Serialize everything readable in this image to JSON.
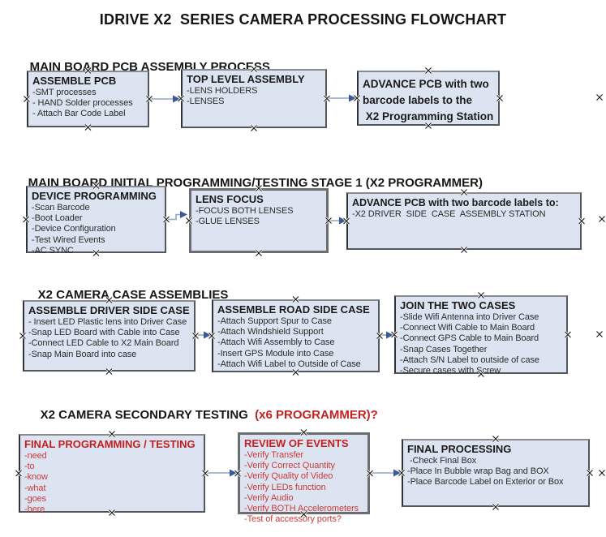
{
  "page": {
    "title": "IDRIVE X2  SERIES CAMERA PROCESSING FLOWCHART",
    "background_color": "#ffffff"
  },
  "colors": {
    "box_fill": "#dce4f1",
    "box_border": "#53565a",
    "box_border_thick": "#6b6d70",
    "arrow_line": "#90a6c6",
    "arrow_head": "#3a5a94",
    "red_text": "#c41f1f",
    "red_item_text": "#cb3b3b",
    "black_text": "#1a1a1a",
    "connection_mark": "#141414"
  },
  "sections": [
    {
      "heading": "MAIN BOARD PCB ASSEMBLY PROCESS",
      "boxes": [
        {
          "id": "assemble-pcb",
          "title": "ASSEMBLE PCB",
          "text_color": "black",
          "items": [
            "-SMT processes",
            "- HAND Solder processes",
            "- Attach Bar Code Label"
          ]
        },
        {
          "id": "top-level-assembly",
          "title": "TOP LEVEL ASSEMBLY",
          "text_color": "black",
          "items": [
            "-LENS HOLDERS",
            "-LENSES"
          ]
        },
        {
          "id": "advance-pcb-programming-station",
          "text_color": "black",
          "title_lines": [
            "ADVANCE PCB with two",
            "barcode labels to the",
            " X2 Programming Station"
          ],
          "items": []
        }
      ]
    },
    {
      "heading": "MAIN BOARD INITIAL PROGRAMMING/TESTING STAGE 1 (X2 PROGRAMMER)",
      "boxes": [
        {
          "id": "device-programming",
          "title": "DEVICE PROGRAMMING",
          "text_color": "black",
          "items": [
            "-Scan Barcode",
            "-Boot Loader",
            "-Device Configuration",
            "-Test Wired Events",
            "-AC SYNC"
          ]
        },
        {
          "id": "lens-focus",
          "title": "LENS FOCUS",
          "text_color": "black",
          "items": [
            "-FOCUS BOTH LENSES",
            "-GLUE LENSES"
          ]
        },
        {
          "id": "advance-pcb-case-assembly-station",
          "title": "ADVANCE PCB with two barcode labels to:",
          "text_color": "black",
          "items": [
            "-X2 DRIVER  SIDE  CASE  ASSEMBLY STATION"
          ]
        }
      ]
    },
    {
      "heading": "X2 CAMERA CASE ASSEMBLIES",
      "boxes": [
        {
          "id": "assemble-driver-side-case",
          "title": "ASSEMBLE DRIVER SIDE CASE",
          "text_color": "black",
          "items": [
            "- Insert LED Plastic lens into Driver Case",
            "-Snap LED Board with Cable into Case",
            "-Connect LED Cable to X2 Main Board",
            "-Snap Main Board into case"
          ]
        },
        {
          "id": "assemble-road-side-case",
          "title": "ASSEMBLE ROAD SIDE CASE",
          "text_color": "black",
          "items": [
            "-Attach Support Spur to Case",
            "-Attach Windshield Support",
            "-Attach Wifi Assembly to Case",
            "-Insert GPS Module into Case",
            "-Attach Wifi Label to Outside of Case"
          ]
        },
        {
          "id": "join-the-two-cases",
          "title": "JOIN THE TWO CASES",
          "text_color": "black",
          "items": [
            "-Slide Wifi Antenna into Driver Case",
            "-Connect Wifi Cable to Main Board",
            "-Connect GPS Cable to Main Board",
            "-Snap Cases Together",
            "-Attach S/N Label to outside of case",
            "-Secure cases with Screw"
          ]
        }
      ]
    },
    {
      "heading": "X2 CAMERA SECONDARY TESTING ",
      "heading_accent": " (x6 PROGRAMMER)?",
      "boxes": [
        {
          "id": "final-programming-testing",
          "title": "FINAL PROGRAMMING / TESTING",
          "text_color": "red",
          "items": [
            "-need",
            "-to",
            "-know",
            "-what",
            "-goes",
            "-here"
          ]
        },
        {
          "id": "review-of-events",
          "title": "REVIEW OF EVENTS",
          "text_color": "red",
          "items": [
            "-Verify Transfer",
            "-Verify Correct Quantity",
            "-Verify Quality of Video",
            "-Verify LEDs function",
            "-Verify Audio",
            "-Verify BOTH Accelerometers",
            "-Test of accessory ports?"
          ]
        },
        {
          "id": "final-processing",
          "title": "FINAL PROCESSING",
          "text_color": "black",
          "items": [
            " -Check Final Box",
            "-Place In Bubble wrap Bag and BOX",
            "-Place Barcode Label on Exterior or Box"
          ]
        }
      ]
    }
  ]
}
